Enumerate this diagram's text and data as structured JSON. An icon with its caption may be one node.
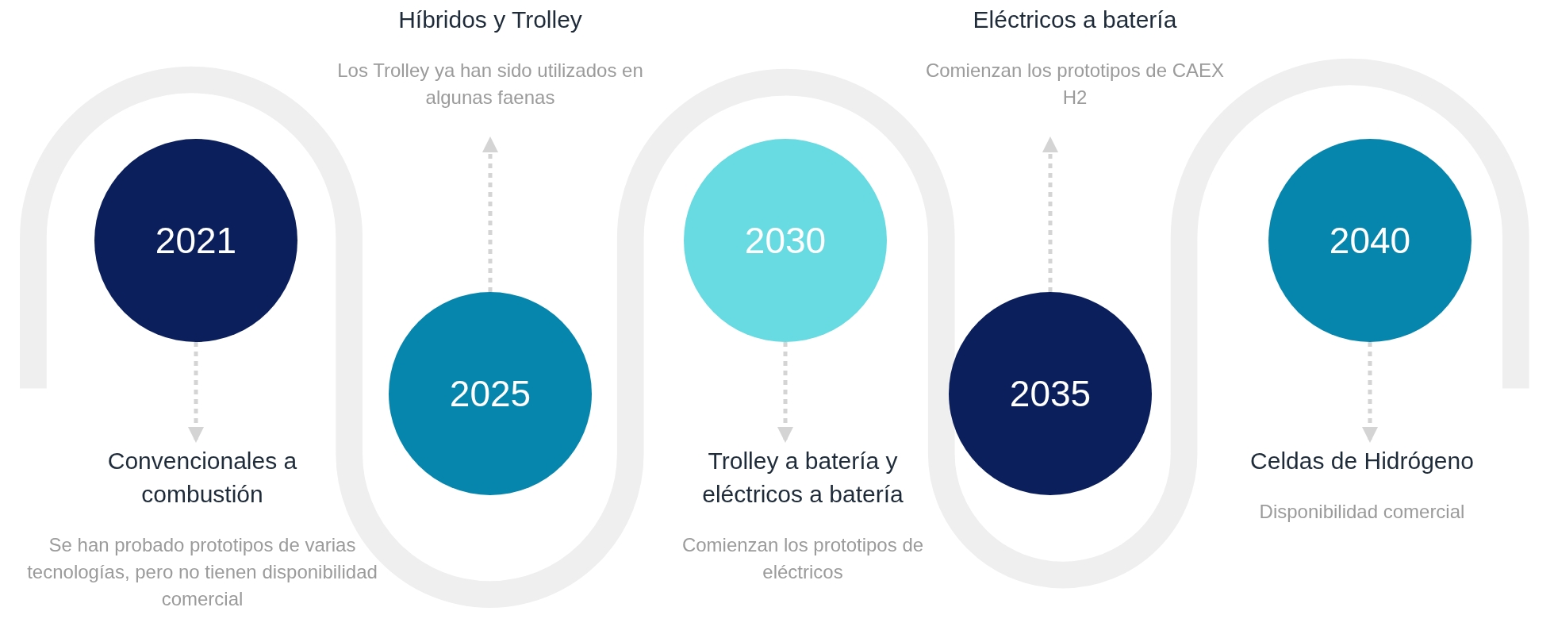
{
  "diagram": {
    "nodes": [
      {
        "text": [
          "2021"
        ]
      },
      {
        "text": [
          "Convencionales a combustión",
          "Se han probado prototipos de varias tecnologías, pero no tienen disponibilidad comercial"
        ]
      },
      {
        "text": [
          "2025"
        ]
      },
      {
        "text": [
          "Híbridos y Trolley",
          "Los Trolley ya han sido utilizados en algunas faenas"
        ]
      },
      {
        "text": [
          "2030"
        ]
      },
      {
        "text": [
          "Trolley a batería y eléctricos a batería",
          "Comienzan los prototipos de eléctricos"
        ]
      },
      {
        "text": [
          "2035"
        ]
      },
      {
        "text": [
          "Eléctricos a batería",
          "Comienzan los prototipos de CAEX H2"
        ]
      },
      {
        "text": [
          "2040"
        ]
      },
      {
        "text": [
          "Celdas de Hidrógeno",
          "Disponibilidad comercial"
        ]
      }
    ],
    "edges": [
      {
        "from": 0,
        "to": 1,
        "arrow": "to",
        "style": "dashed"
      },
      {
        "from": 2,
        "to": 3,
        "arrow": "to",
        "style": "dashed"
      },
      {
        "from": 4,
        "to": 5,
        "arrow": "to",
        "style": "dashed"
      },
      {
        "from": 6,
        "to": 7,
        "arrow": "to",
        "style": "dashed"
      },
      {
        "from": 8,
        "to": 9,
        "arrow": "to",
        "style": "dashed"
      }
    ]
  }
}
